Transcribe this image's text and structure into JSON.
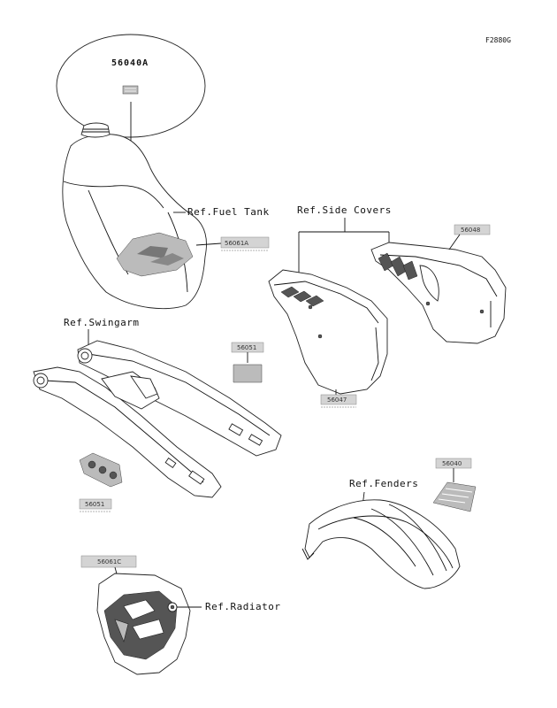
{
  "diagram": {
    "code": "F2880G",
    "references": {
      "fuel_tank": "Ref.Fuel Tank",
      "side_covers": "Ref.Side Covers",
      "swingarm": "Ref.Swingarm",
      "fenders": "Ref.Fenders",
      "radiator": "Ref.Radiator"
    },
    "parts": {
      "p56040A": "56040A",
      "p56061A": "56061A",
      "p56048": "56048",
      "p56051a": "56051",
      "p56047": "56047",
      "p56051b": "56051",
      "p56040": "56040",
      "p56061C": "56061C"
    }
  }
}
